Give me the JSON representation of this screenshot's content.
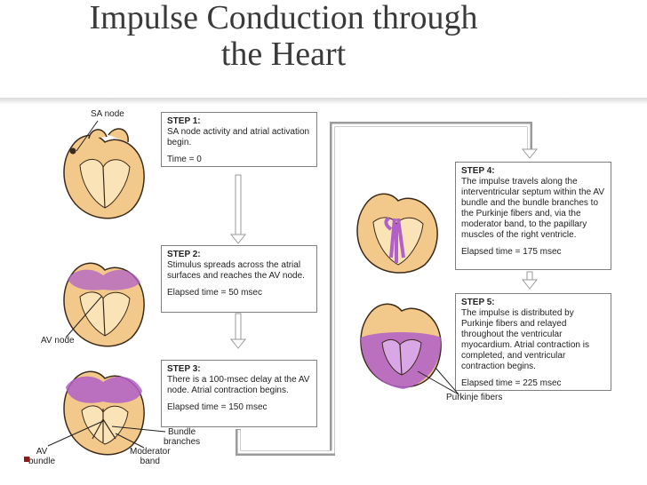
{
  "slide": {
    "title_line1": "Impulse Conduction through",
    "title_line2": "the Heart"
  },
  "steps": [
    {
      "heading": "STEP 1:",
      "text": "SA node activity and atrial activation begin.",
      "time": "Time = 0"
    },
    {
      "heading": "STEP 2:",
      "text": "Stimulus spreads across the atrial surfaces and reaches the AV node.",
      "time": "Elapsed time = 50 msec"
    },
    {
      "heading": "STEP 3:",
      "text": "There is a 100-msec delay at the AV node. Atrial contraction begins.",
      "time": "Elapsed time = 150 msec"
    },
    {
      "heading": "STEP 4:",
      "text": "The impulse travels along the interventricular septum within the AV bundle and the bundle branches to the Purkinje fibers and, via the moderator band, to the papillary muscles of the right ventricle.",
      "time": "Elapsed time = 175 msec"
    },
    {
      "heading": "STEP 5:",
      "text": "The impulse is distributed by Purkinje fibers and relayed throughout the ventricular myocardium. Atrial contraction is completed, and ventricular contraction begins.",
      "time": "Elapsed time = 225 msec"
    }
  ],
  "labels": {
    "sa_node": "SA node",
    "av_node": "AV node",
    "av_bundle": "AV\nbundle",
    "bundle_branches": "Bundle\nbranches",
    "moderator_band": "Moderator\nband",
    "purkinje_fibers": "Purkinje fibers"
  },
  "colors": {
    "heart_fill": "#f2c98a",
    "heart_outline": "#3b2a1a",
    "activation": "#b060c8",
    "arrow": "#9a9a9a"
  }
}
